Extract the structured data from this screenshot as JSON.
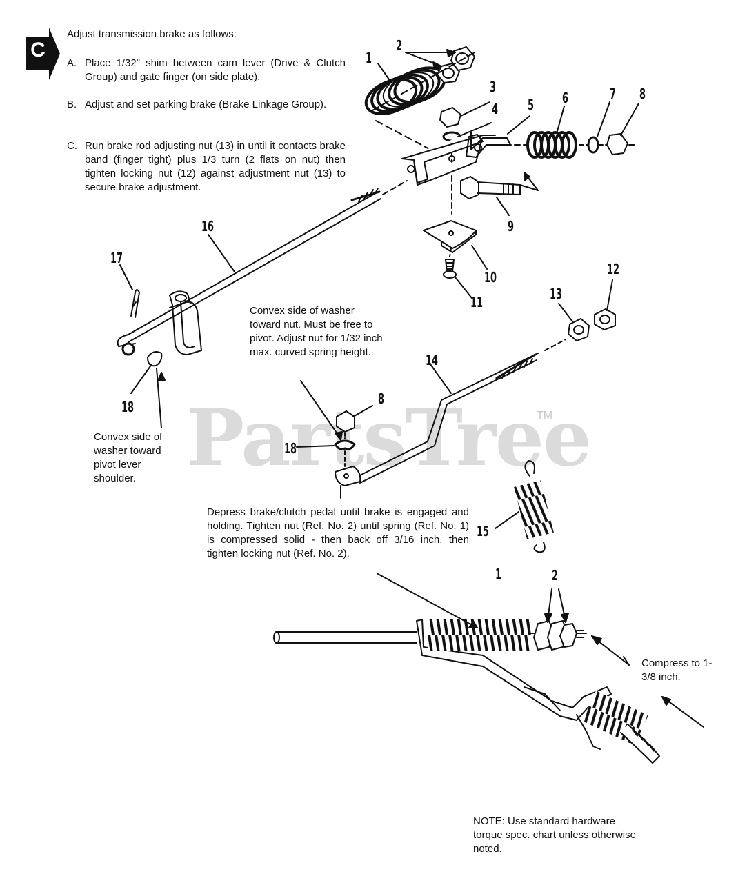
{
  "section": {
    "letter": "C",
    "badge_color": "#111111"
  },
  "instructions": {
    "heading": "Adjust transmission brake as follows:",
    "steps": [
      {
        "marker": "A.",
        "text": "Place 1/32\" shim between cam lever (Drive & Clutch Group) and gate finger (on side plate)."
      },
      {
        "marker": "B.",
        "text": "Adjust and set parking brake (Brake Linkage Group)."
      },
      {
        "marker": "C.",
        "text": "Run brake rod adjusting nut (13) in until it contacts brake band (finger tight) plus 1/3 turn (2 flats on nut) then tighten locking nut (12) against adjustment nut (13) to secure brake adjustment."
      }
    ]
  },
  "notes": {
    "washer_nut": "Convex side of washer toward nut. Must be free to pivot. Adjust nut for 1/32 inch max. curved spring height.",
    "washer_pivot": "Convex side of washer toward pivot lever shoulder.",
    "depress": "Depress brake/clutch pedal until brake is engaged and holding. Tighten nut (Ref. No. 2) until spring (Ref. No. 1) is compressed solid - then back off 3/16 inch, then tighten locking nut (Ref. No. 2).",
    "compress": "Compress to 1-3/8 inch.",
    "torque": "NOTE: Use standard hardware torque spec. chart unless otherwise noted."
  },
  "callouts": {
    "c1": "1",
    "c2": "2",
    "c3": "3",
    "c4": "4",
    "c5": "5",
    "c6": "6",
    "c7": "7",
    "c8": "8",
    "c9": "9",
    "c10": "10",
    "c11": "11",
    "c12": "12",
    "c13": "13",
    "c14": "14",
    "c15": "15",
    "c16": "16",
    "c17": "17",
    "c18": "18",
    "c8b": "8",
    "c18b": "18",
    "c1b": "1",
    "c2b": "2"
  },
  "watermark": {
    "text": "PartsTree",
    "tm": "TM",
    "color": "#cfcfcf"
  }
}
